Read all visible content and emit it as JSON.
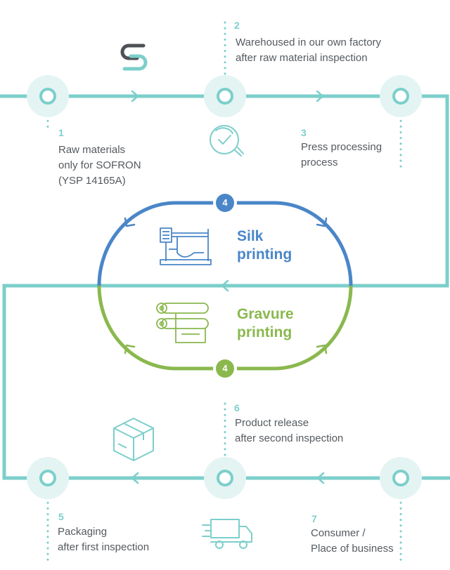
{
  "colors": {
    "teal": "#7ccfcb",
    "teal_light": "#e3f4f3",
    "blue": "#4a86c8",
    "green": "#8ab84e",
    "text": "#555a5f",
    "logo_dark": "#4d5156"
  },
  "logo": {
    "icon": "sofron-s-logo-icon"
  },
  "steps": {
    "s1": {
      "number": "1",
      "lines": [
        "Raw materials",
        "only for SOFRON",
        "(YSP 14165A)"
      ]
    },
    "s2": {
      "number": "2",
      "lines": [
        "Warehoused in our own factory",
        "after raw material inspection"
      ]
    },
    "s3": {
      "number": "3",
      "lines": [
        "Press processing",
        "process"
      ]
    },
    "s4_top": {
      "number": "4"
    },
    "s4_bottom": {
      "number": "4"
    },
    "s5": {
      "number": "5",
      "lines": [
        "Packaging",
        "after first inspection"
      ]
    },
    "s6": {
      "number": "6",
      "lines": [
        "Product release",
        "after second inspection"
      ]
    },
    "s7": {
      "number": "7",
      "lines": [
        "Consumer /",
        "Place of business"
      ]
    }
  },
  "silk": {
    "lines": [
      "Silk",
      "printing"
    ],
    "icon": "silk-screen-printing-machine-icon"
  },
  "gravure": {
    "lines": [
      "Gravure",
      "printing"
    ],
    "icon": "gravure-roller-icon"
  },
  "icons": {
    "inspection": "magnifier-check-icon",
    "box": "package-box-icon",
    "truck": "delivery-truck-icon"
  }
}
